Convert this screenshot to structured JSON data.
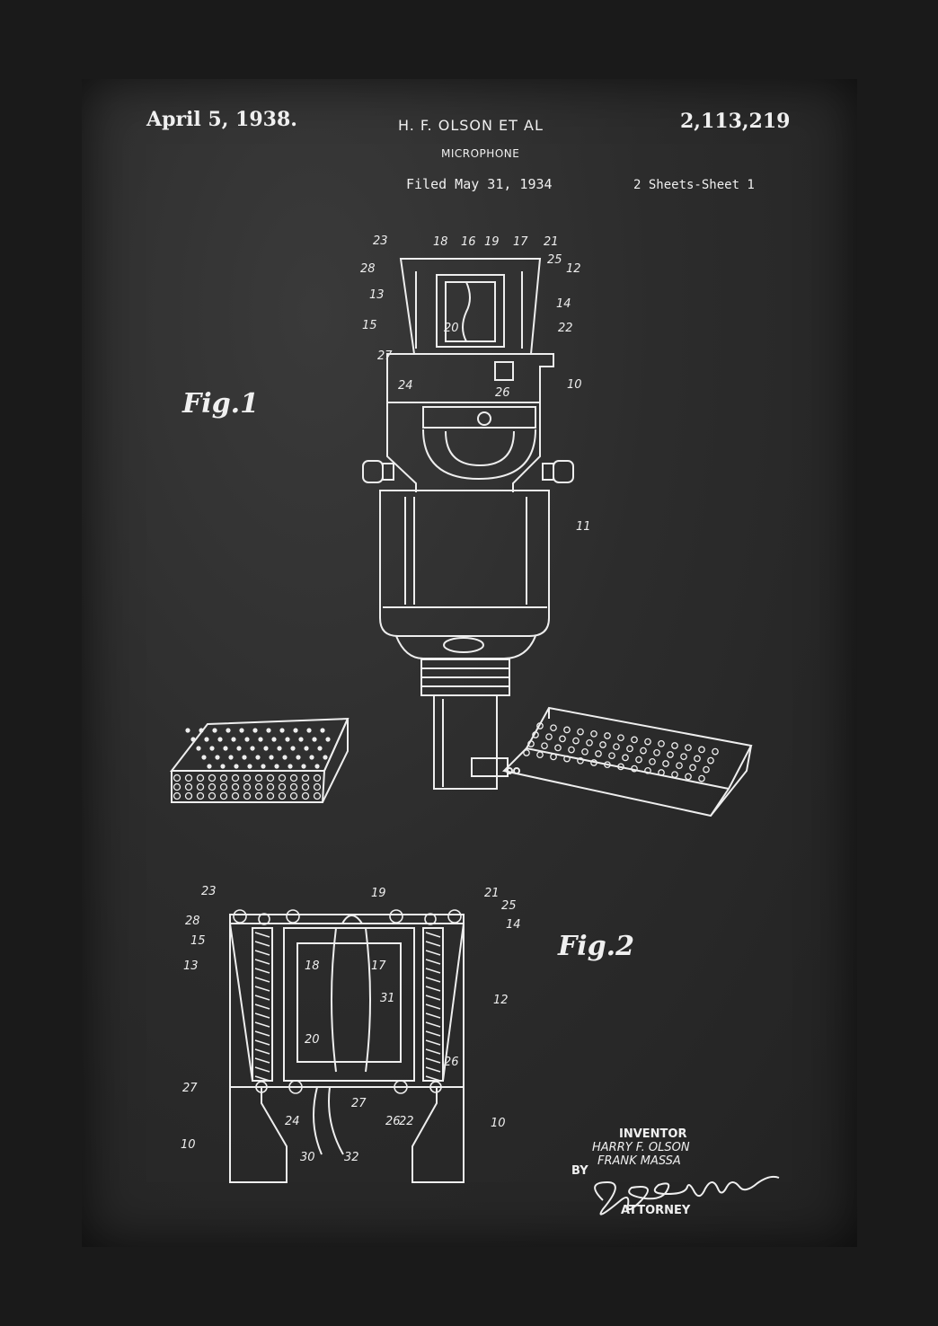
{
  "header": {
    "date": "April 5, 1938.",
    "inventors_heading": "H. F. OLSON ET AL",
    "title": "MICROPHONE",
    "filed": "Filed May 31, 1934",
    "patent_number": "2,113,219",
    "sheets": "2 Sheets-Sheet 1"
  },
  "figures": {
    "fig1_label": "Fig.1",
    "fig2_label": "Fig.2"
  },
  "fig1_refs": [
    "23",
    "18",
    "16",
    "19",
    "17",
    "21",
    "28",
    "25",
    "12",
    "13",
    "14",
    "15",
    "20",
    "22",
    "27",
    "24",
    "26",
    "10",
    "11"
  ],
  "fig2_refs": [
    "23",
    "19",
    "21",
    "25",
    "28",
    "14",
    "15",
    "13",
    "18",
    "17",
    "12",
    "31",
    "20",
    "27",
    "26",
    "27",
    "24",
    "26",
    "22",
    "10",
    "10",
    "30",
    "32"
  ],
  "footer": {
    "inventor_label": "INVENTOR",
    "inventor_1": "HARRY F. OLSON",
    "inventor_2": "FRANK MASSA",
    "by_label": "BY",
    "attorney_label": "ATTORNEY"
  },
  "colors": {
    "frame": "#1a1a1a",
    "chalkboard": "#2c2c2c",
    "chalk": "#f0f0f0"
  }
}
